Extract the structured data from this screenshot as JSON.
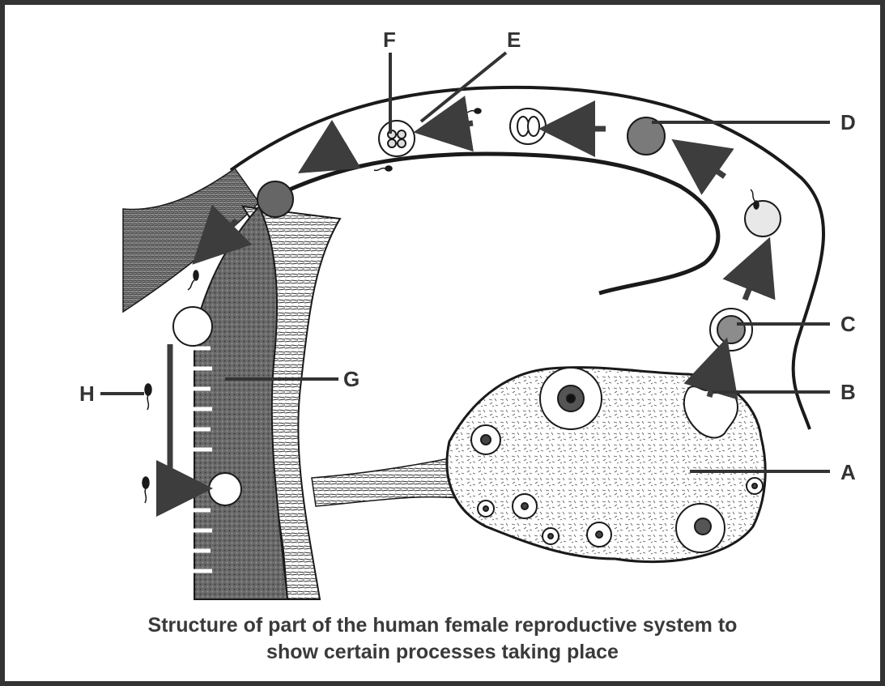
{
  "labels": {
    "a": "A",
    "b": "B",
    "c": "C",
    "d": "D",
    "e": "E",
    "f": "F",
    "g": "G",
    "h": "H"
  },
  "caption": {
    "line1": "Structure of part of the human female reproductive system to",
    "line2": "show certain processes taking place"
  },
  "colors": {
    "border": "#333333",
    "ink": "#1a1a1a",
    "arrow": "#3d3d3d",
    "label": "#333333",
    "background": "#ffffff"
  }
}
